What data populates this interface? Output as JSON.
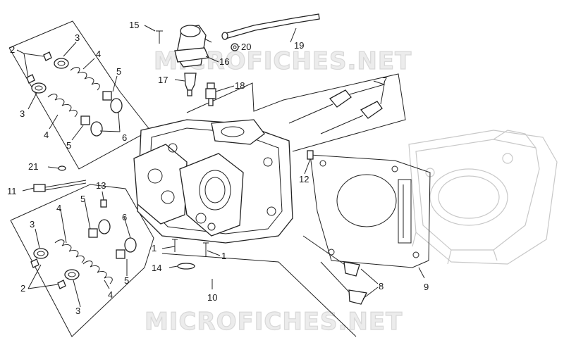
{
  "watermarks": [
    "MICROFICHES.NET",
    "MICROFICHES.NET"
  ],
  "callouts": [
    "1",
    "1",
    "2",
    "2",
    "3",
    "3",
    "3",
    "3",
    "4",
    "4",
    "4",
    "4",
    "5",
    "5",
    "5",
    "5",
    "6",
    "6",
    "7",
    "8",
    "9",
    "10",
    "11",
    "12",
    "13",
    "14",
    "15",
    "16",
    "17",
    "18",
    "19",
    "20",
    "21"
  ]
}
